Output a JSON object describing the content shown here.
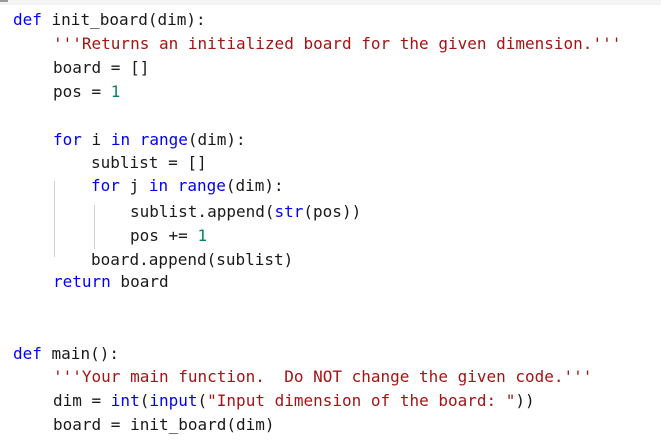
{
  "editor": {
    "lines": [
      [
        {
          "t": "def",
          "c": "kw"
        },
        {
          "t": " init_board(dim):",
          "c": "op"
        }
      ],
      [
        {
          "t": "'''Returns an initialized board for the given dimension.'''",
          "c": "str"
        }
      ],
      [
        {
          "t": "board = []",
          "c": "op"
        }
      ],
      [
        {
          "t": "pos = ",
          "c": "op"
        },
        {
          "t": "1",
          "c": "num"
        }
      ],
      [
        {
          "t": "for",
          "c": "kw"
        },
        {
          "t": " i ",
          "c": "op"
        },
        {
          "t": "in",
          "c": "kw"
        },
        {
          "t": " ",
          "c": "op"
        },
        {
          "t": "range",
          "c": "bi"
        },
        {
          "t": "(dim):",
          "c": "op"
        }
      ],
      [
        {
          "t": "sublist = []",
          "c": "op"
        }
      ],
      [
        {
          "t": "for",
          "c": "kw"
        },
        {
          "t": " j ",
          "c": "op"
        },
        {
          "t": "in",
          "c": "kw"
        },
        {
          "t": " ",
          "c": "op"
        },
        {
          "t": "range",
          "c": "bi"
        },
        {
          "t": "(dim):",
          "c": "op"
        }
      ],
      [
        {
          "t": "sublist.append(",
          "c": "op"
        },
        {
          "t": "str",
          "c": "bi"
        },
        {
          "t": "(pos))",
          "c": "op"
        }
      ],
      [
        {
          "t": "pos += ",
          "c": "op"
        },
        {
          "t": "1",
          "c": "num"
        }
      ],
      [
        {
          "t": "board.append(sublist)",
          "c": "op"
        }
      ],
      [
        {
          "t": "return",
          "c": "kw"
        },
        {
          "t": " board",
          "c": "op"
        }
      ],
      [
        {
          "t": "def",
          "c": "kw"
        },
        {
          "t": " main():",
          "c": "op"
        }
      ],
      [
        {
          "t": "'''Your main function.  Do NOT change the given code.'''",
          "c": "str"
        }
      ],
      [
        {
          "t": "dim = ",
          "c": "op"
        },
        {
          "t": "int",
          "c": "bi"
        },
        {
          "t": "(",
          "c": "op"
        },
        {
          "t": "input",
          "c": "bi"
        },
        {
          "t": "(",
          "c": "op"
        },
        {
          "t": "\"Input dimension of the board: \"",
          "c": "str"
        },
        {
          "t": "))",
          "c": "op"
        }
      ],
      [
        {
          "t": "board = init_board(dim)",
          "c": "op"
        }
      ]
    ]
  }
}
